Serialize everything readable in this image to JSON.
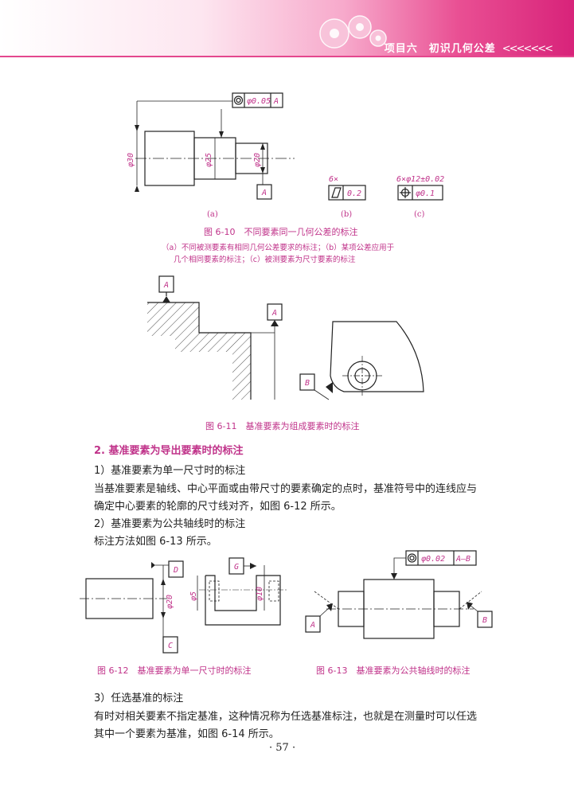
{
  "header": {
    "title": "项目六　初识几何公差",
    "arrows": "<<<<<<<"
  },
  "fig610": {
    "frame_main": {
      "symbol": "◎",
      "tol": "φ0.05",
      "datum": "A"
    },
    "dim_d30": "φ30",
    "dim_d25": "φ25",
    "dim_d20": "φ20",
    "datum_a": "A",
    "b_count": "6×",
    "b_tol": "0.2",
    "c_count": "6×φ12±0.02",
    "c_tol": "φ0.1",
    "label_a": "(a)",
    "label_b": "(b)",
    "label_c": "(c)",
    "caption": "图 6-10　不同要素同一几何公差的标注",
    "sub1": "（a）不同被测要素有相同几何公差要求的标注；（b）某项公差应用于",
    "sub2": "几个相同要素的标注；（c）被测要素为尺寸要素的标注"
  },
  "fig611": {
    "datum_a1": "A",
    "datum_a2": "A",
    "datum_b": "B",
    "caption": "图 6-11　基准要素为组成要素时的标注"
  },
  "section": {
    "heading": "2. 基准要素为导出要素时的标注",
    "item1": "1）基准要素为单一尺寸时的标注",
    "para1_line1": "当基准要素是轴线、中心平面或由带尺寸的要素确定的点时，基准符号中的连线应与",
    "para1_line2": "确定中心要素的轮廓的尺寸线对齐，如图 6-12 所示。",
    "item2": "2）基准要素为公共轴线时的标注",
    "para2": "标注方法如图 6-13 所示。"
  },
  "fig612": {
    "datum_d": "D",
    "datum_c": "C",
    "datum_g": "G",
    "dim_d20": "φ20",
    "dim_d5": "φ5",
    "dim_d10": "φ10",
    "caption": "图 6-12　基准要素为单一尺寸时的标注"
  },
  "fig613": {
    "frame": {
      "symbol": "◎",
      "tol": "φ0.02",
      "datum": "A—B"
    },
    "datum_a": "A",
    "datum_b": "B",
    "caption": "图 6-13　基准要素为公共轴线时的标注"
  },
  "section3": {
    "item3": "3）任选基准的标注",
    "para3_line1": "有时对相关要素不指定基准，这种情况称为任选基准标注，也就是在测量时可以任选",
    "para3_line2": "其中一个要素为基准，如图 6-14 所示。"
  },
  "page_number": "· 57 ·"
}
